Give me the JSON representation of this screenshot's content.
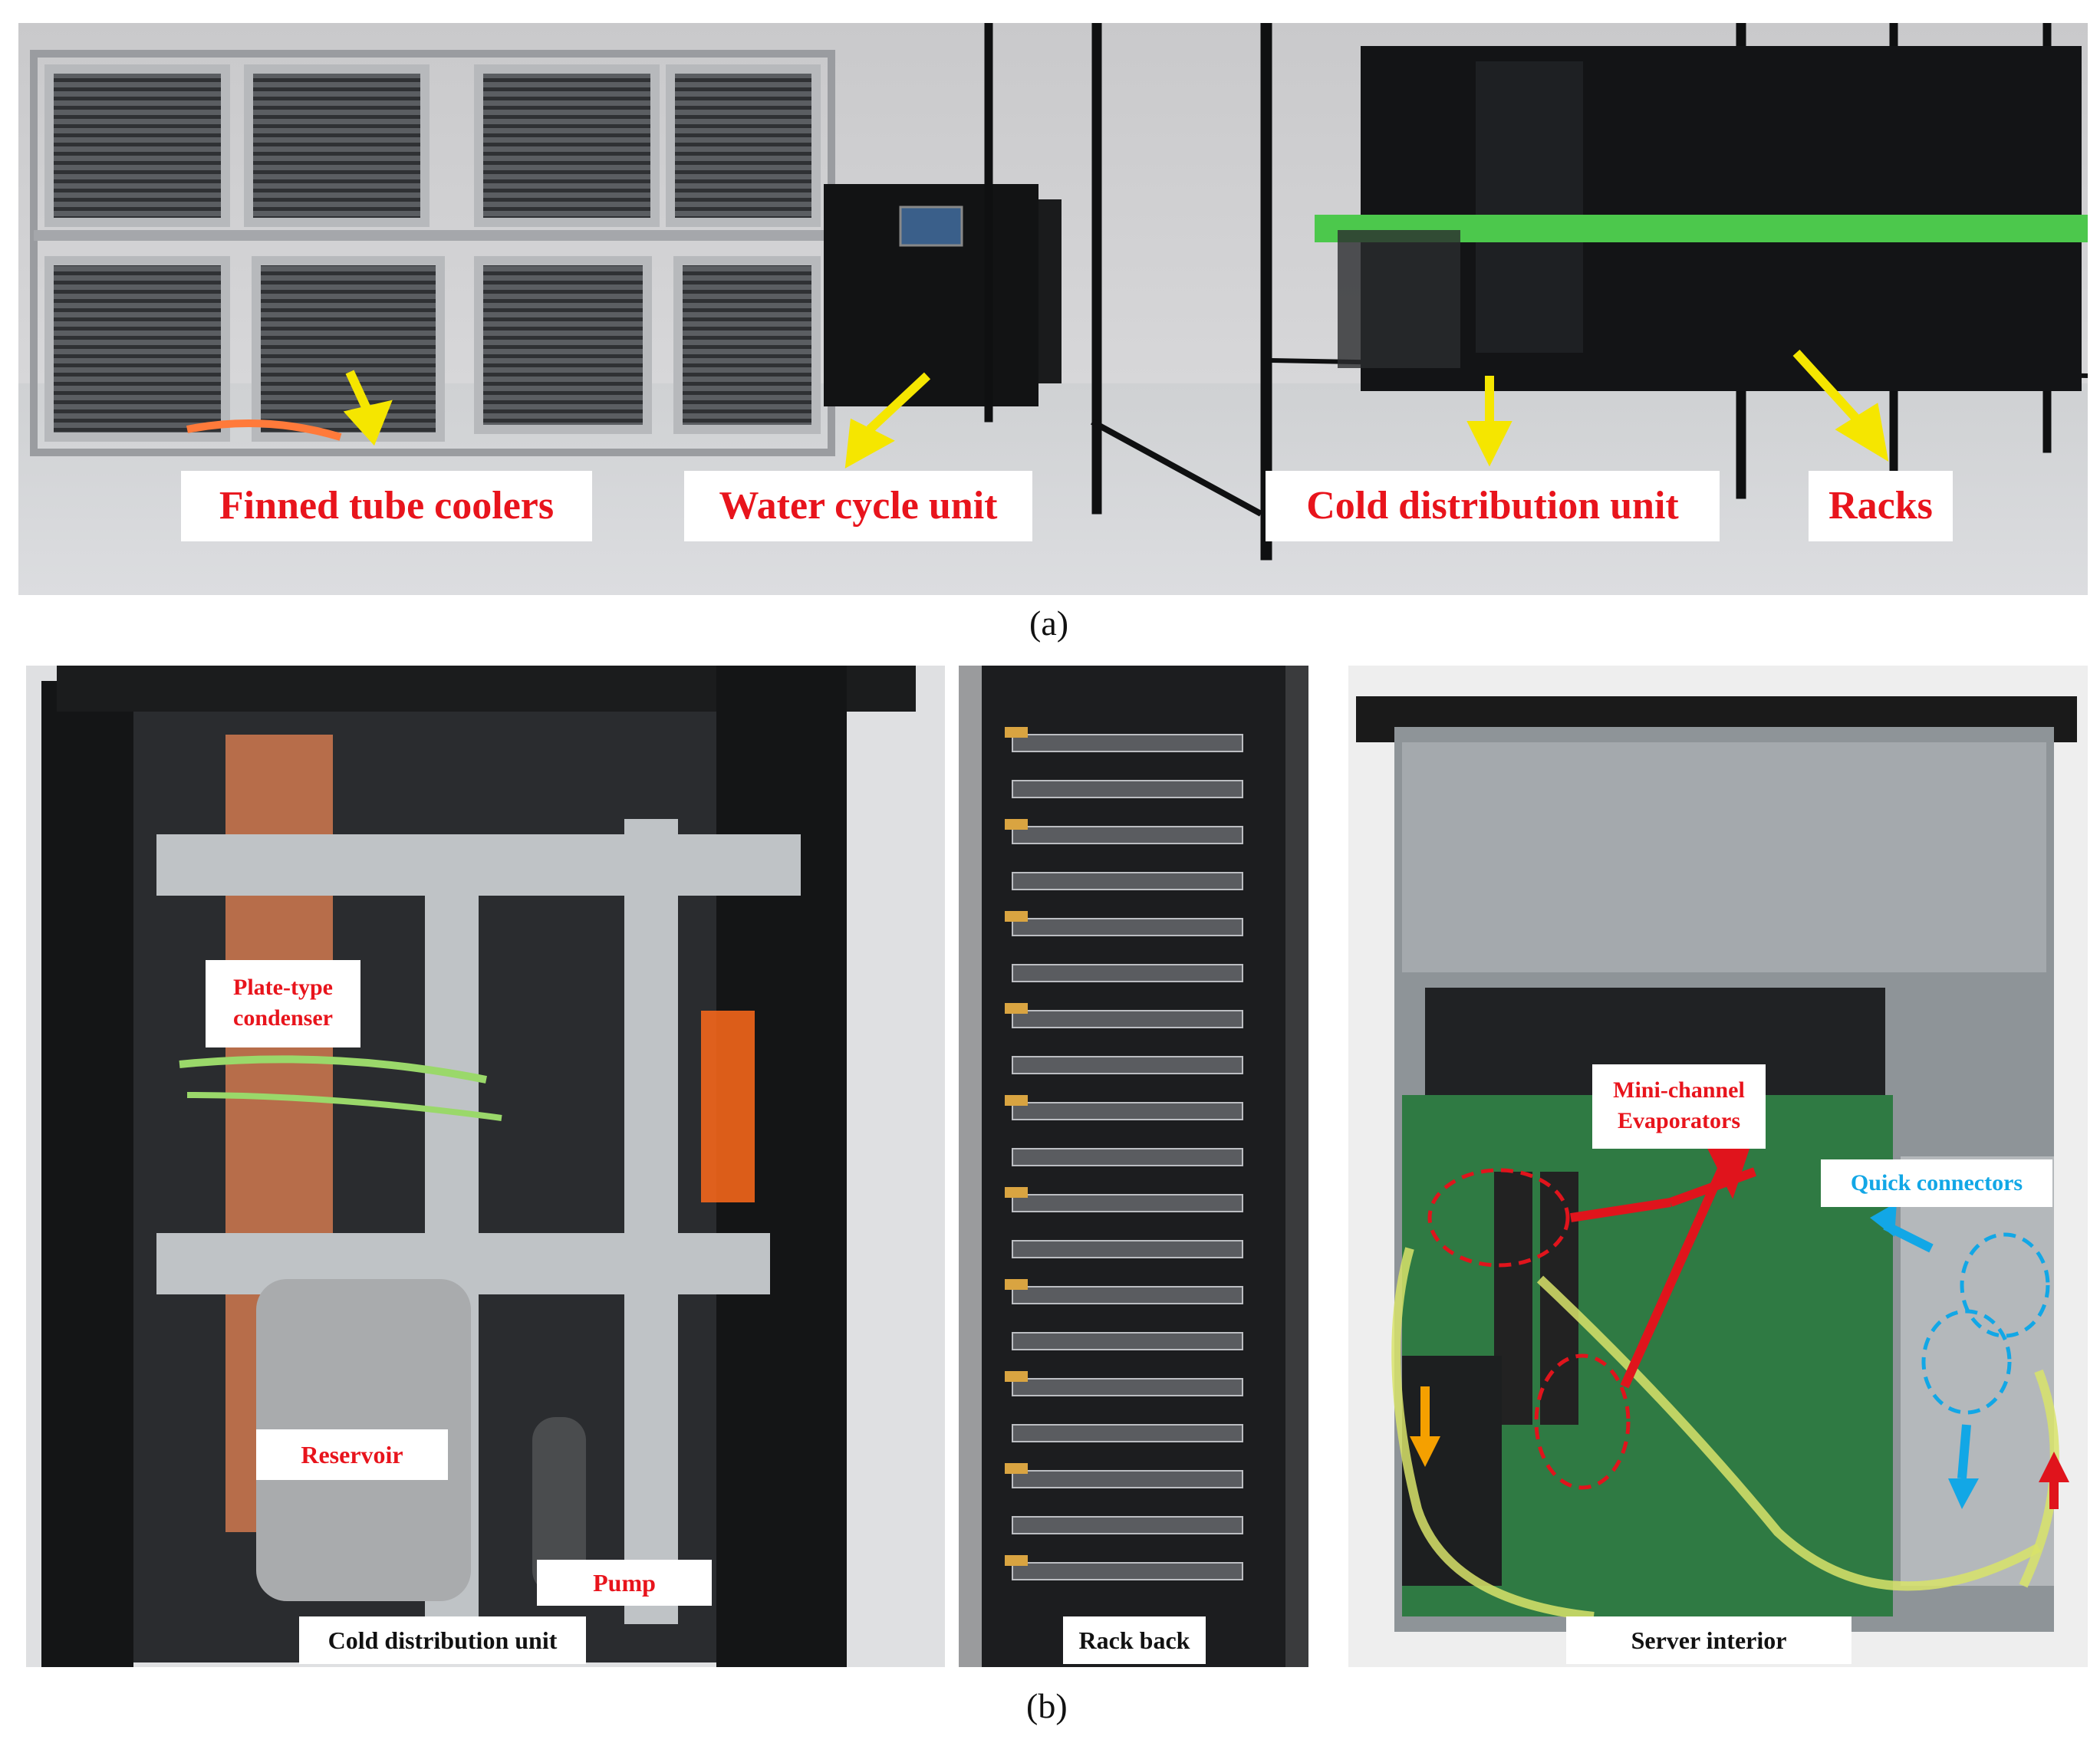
{
  "panel_a": {
    "labels": {
      "finned_tube_coolers": "Finned tube coolers",
      "water_cycle_unit": "Water cycle unit",
      "cold_distribution_unit": "Cold distribution unit",
      "racks": "Racks"
    },
    "caption": "(a)",
    "caption_letter": "a"
  },
  "panel_b": {
    "cdu_photo": {
      "plate_condenser_line1": "Plate-type",
      "plate_condenser_line2": "condenser",
      "reservoir": "Reservoir",
      "pump": "Pump",
      "title": "Cold distribution unit"
    },
    "rack_photo": {
      "title": "Rack back"
    },
    "server_photo": {
      "evaporators_line1": "Mini-channel",
      "evaporators_line2": "Evaporators",
      "quick_connectors": "Quick connectors",
      "title": "Server interior"
    },
    "caption": "(b)"
  },
  "colors": {
    "label_red": "#e8141c",
    "arrow_yellow": "#f5e600",
    "connector_blue": "#12a7e6",
    "flow_orange": "#f5a000"
  }
}
